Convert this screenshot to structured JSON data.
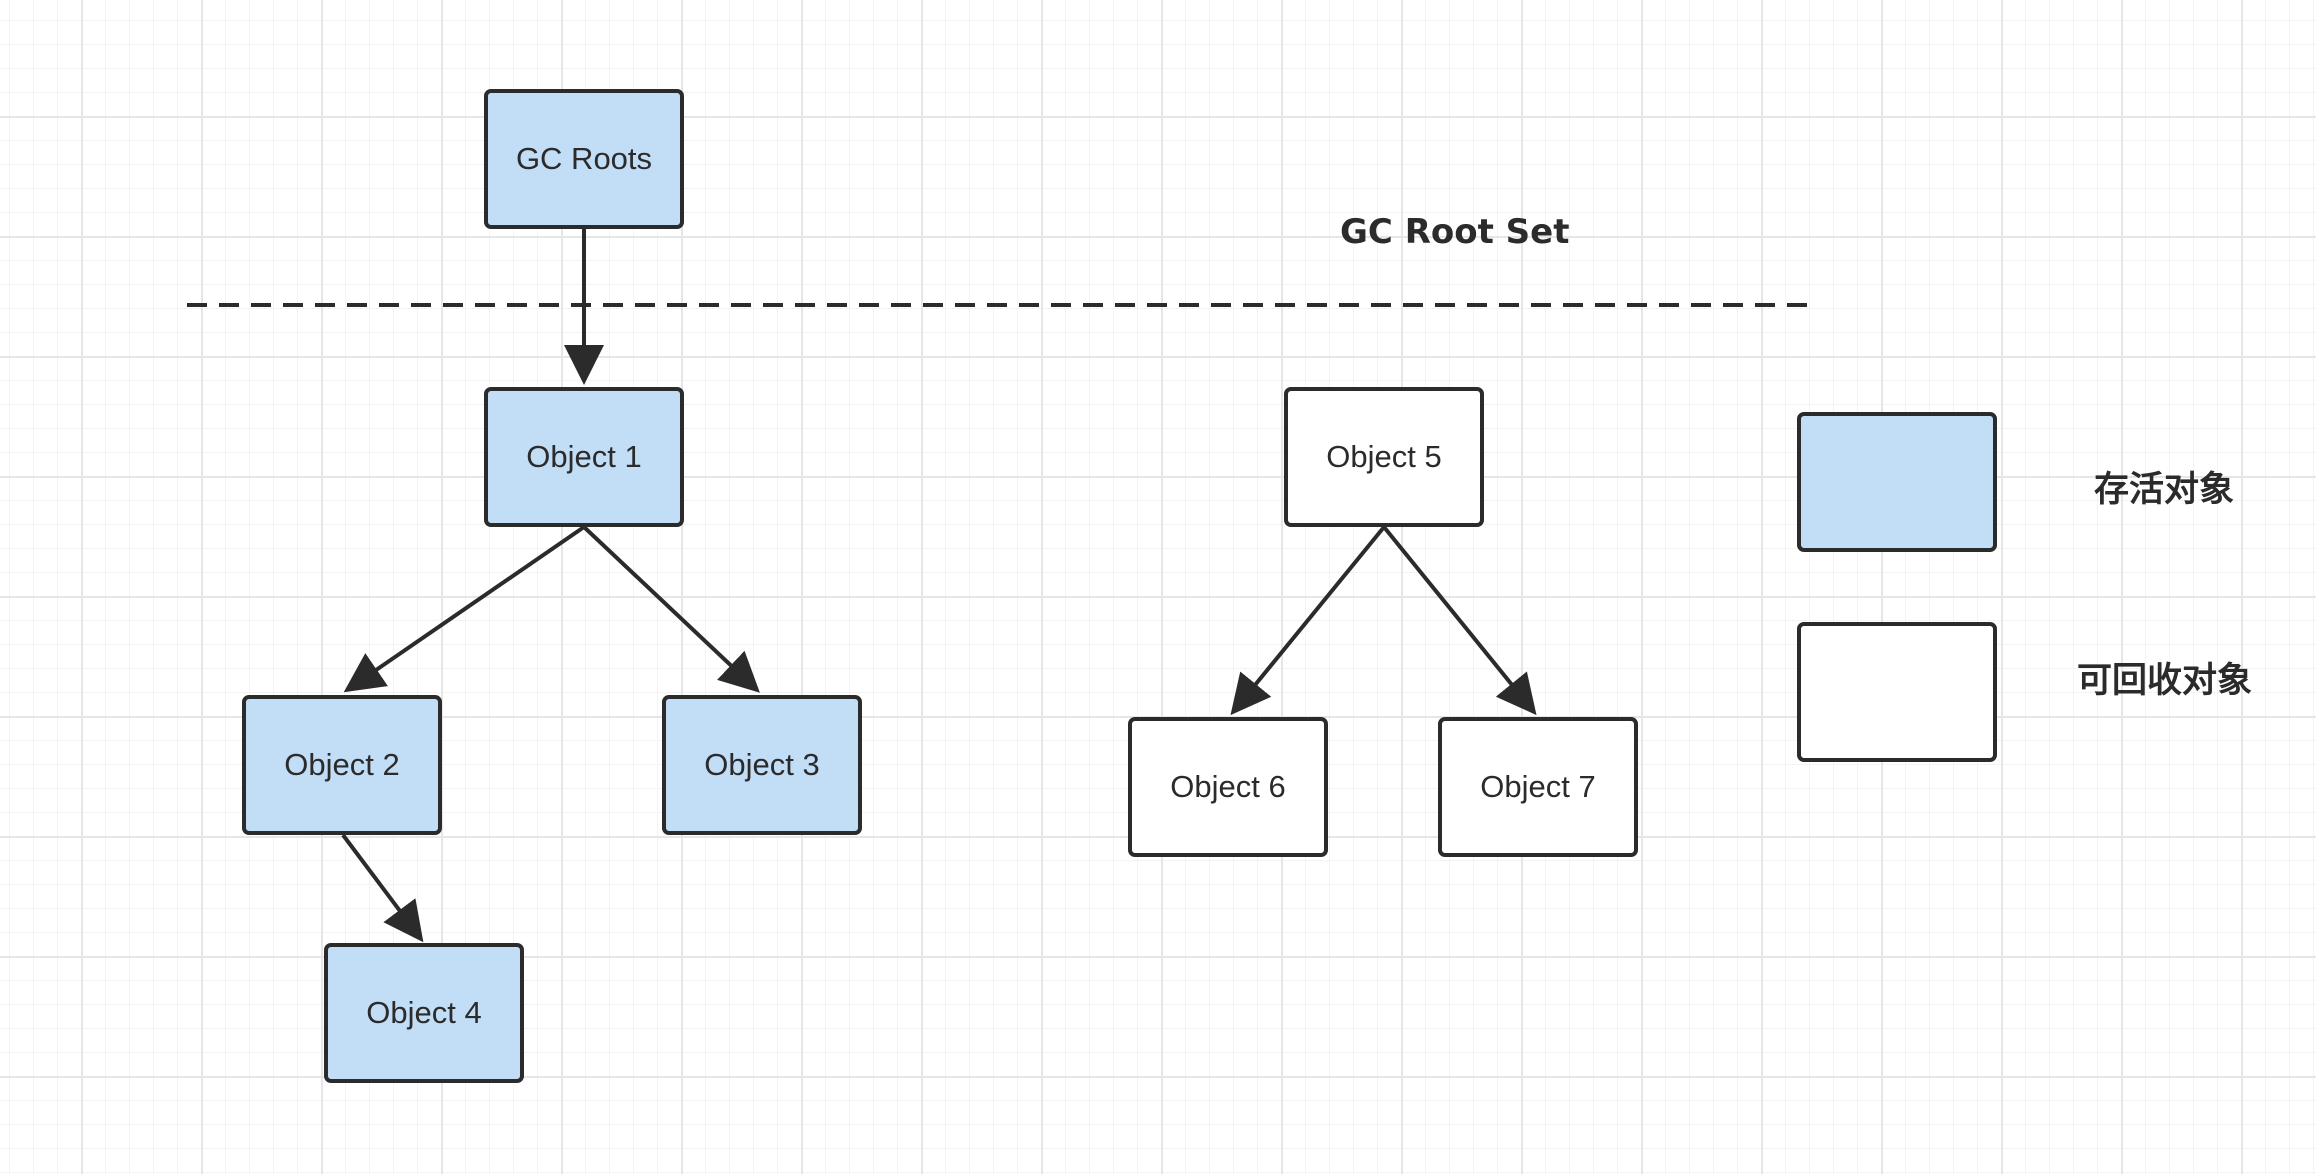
{
  "colors": {
    "alive_fill": "#c2ddf6",
    "dead_fill": "#ffffff",
    "stroke": "#2b2b2b"
  },
  "nodes": {
    "gc_roots": "GC Roots",
    "object1": "Object 1",
    "object2": "Object 2",
    "object3": "Object 3",
    "object4": "Object 4",
    "object5": "Object 5",
    "object6": "Object 6",
    "object7": "Object 7"
  },
  "root_set_label": "GC Root Set",
  "legend": {
    "alive_label": "存活对象",
    "collectable_label": "可回收对象"
  },
  "edges": [
    [
      "GC Roots",
      "Object 1"
    ],
    [
      "Object 1",
      "Object 2"
    ],
    [
      "Object 1",
      "Object 3"
    ],
    [
      "Object 2",
      "Object 4"
    ],
    [
      "Object 5",
      "Object 6"
    ],
    [
      "Object 5",
      "Object 7"
    ]
  ]
}
